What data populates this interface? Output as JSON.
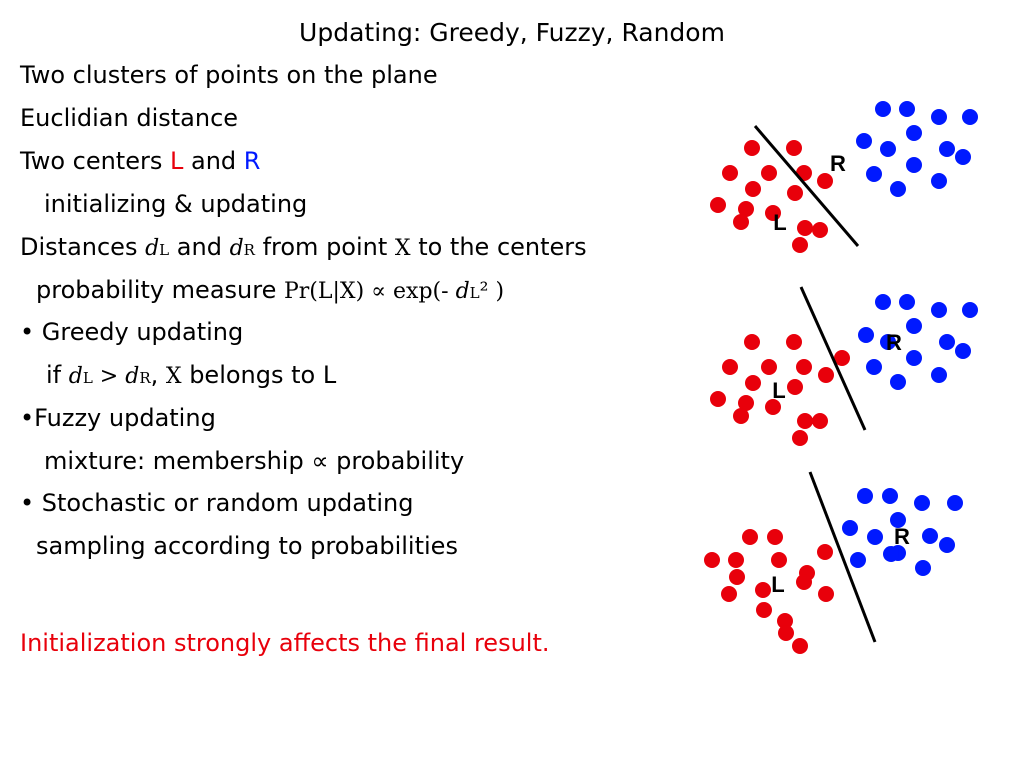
{
  "title": "Updating: Greedy, Fuzzy, Random",
  "lines": {
    "l1": "Two clusters of points on the plane",
    "l2": "Euclidian distance",
    "l3_pre": "Two centers ",
    "l3_L": "L",
    "l3_and": " and ",
    "l3_R": "R",
    "l4": "initializing & updating",
    "l5_pre": "Distances ",
    "l5_d1": "d",
    "l5_s1": "L",
    "l5_and": " and ",
    "l5_d2": "d",
    "l5_s2": "R",
    "l5_post1": " from point ",
    "l5_X": "X",
    "l5_post2": " to the centers",
    "l6_pre": "probability measure  ",
    "l6_formula": "Pr(L|X) ∝ exp(- ",
    "l6_d": "d",
    "l6_sub": "L",
    "l6_sup": "²",
    "l6_end": "  )",
    "l7": "• Greedy updating",
    "l8_pre": "if ",
    "l8_d1": "d",
    "l8_s1": "L",
    "l8_gt": " > ",
    "l8_d2": "d",
    "l8_s2": "R",
    "l8_comma": ", ",
    "l8_X": "X",
    "l8_post": " belongs to L",
    "l9": "•Fuzzy updating",
    "l10": "mixture: membership ∝ probability",
    "l11": "• Stochastic or random updating",
    "l12": "sampling according to probabilities",
    "l13": "Initialization strongly affects the final result."
  },
  "diagram": {
    "colors": {
      "left": "#e8000b",
      "right": "#0019ff",
      "line": "#000000"
    },
    "labels": {
      "left": "L",
      "right": "R"
    },
    "panels": [
      {
        "red": [
          [
            62,
            68
          ],
          [
            104,
            68
          ],
          [
            40,
            93
          ],
          [
            79,
            93
          ],
          [
            114,
            93
          ],
          [
            135,
            101
          ],
          [
            63,
            109
          ],
          [
            105,
            113
          ],
          [
            28,
            125
          ],
          [
            56,
            129
          ],
          [
            83,
            133
          ],
          [
            115,
            148
          ],
          [
            51,
            142
          ],
          [
            130,
            150
          ],
          [
            110,
            165
          ]
        ],
        "blue": [
          [
            193,
            29
          ],
          [
            217,
            29
          ],
          [
            249,
            37
          ],
          [
            280,
            37
          ],
          [
            174,
            61
          ],
          [
            224,
            53
          ],
          [
            198,
            69
          ],
          [
            257,
            69
          ],
          [
            273,
            77
          ],
          [
            184,
            94
          ],
          [
            224,
            85
          ],
          [
            208,
            109
          ],
          [
            249,
            101
          ]
        ],
        "line": [
          [
            65,
            46
          ],
          [
            168,
            166
          ]
        ],
        "L_pos": [
          90,
          142
        ],
        "R_pos": [
          148,
          83
        ]
      },
      {
        "red": [
          [
            62,
            262
          ],
          [
            104,
            262
          ],
          [
            40,
            287
          ],
          [
            79,
            287
          ],
          [
            114,
            287
          ],
          [
            152,
            278
          ],
          [
            63,
            303
          ],
          [
            105,
            307
          ],
          [
            136,
            295
          ],
          [
            28,
            319
          ],
          [
            56,
            323
          ],
          [
            83,
            327
          ],
          [
            115,
            341
          ],
          [
            51,
            336
          ],
          [
            130,
            341
          ],
          [
            110,
            358
          ]
        ],
        "blue": [
          [
            193,
            222
          ],
          [
            217,
            222
          ],
          [
            249,
            230
          ],
          [
            280,
            230
          ],
          [
            176,
            255
          ],
          [
            224,
            246
          ],
          [
            198,
            262
          ],
          [
            257,
            262
          ],
          [
            273,
            271
          ],
          [
            184,
            287
          ],
          [
            224,
            278
          ],
          [
            208,
            302
          ],
          [
            249,
            295
          ]
        ],
        "line": [
          [
            111,
            207
          ],
          [
            175,
            350
          ]
        ],
        "L_pos": [
          89,
          310
        ],
        "R_pos": [
          204,
          262
        ]
      },
      {
        "red": [
          [
            22,
            480
          ],
          [
            60,
            457
          ],
          [
            85,
            457
          ],
          [
            46,
            480
          ],
          [
            89,
            480
          ],
          [
            117,
            493
          ],
          [
            135,
            472
          ],
          [
            47,
            497
          ],
          [
            114,
            502
          ],
          [
            39,
            514
          ],
          [
            73,
            510
          ],
          [
            74,
            530
          ],
          [
            136,
            514
          ],
          [
            95,
            541
          ],
          [
            96,
            553
          ],
          [
            110,
            566
          ]
        ],
        "blue": [
          [
            175,
            416
          ],
          [
            200,
            416
          ],
          [
            232,
            423
          ],
          [
            265,
            423
          ],
          [
            160,
            448
          ],
          [
            185,
            457
          ],
          [
            208,
            440
          ],
          [
            208,
            473
          ],
          [
            240,
            456
          ],
          [
            257,
            465
          ],
          [
            168,
            480
          ],
          [
            201,
            474
          ],
          [
            233,
            488
          ]
        ],
        "line": [
          [
            120,
            392
          ],
          [
            185,
            562
          ]
        ],
        "L_pos": [
          88,
          504
        ],
        "R_pos": [
          212,
          456
        ]
      }
    ]
  }
}
